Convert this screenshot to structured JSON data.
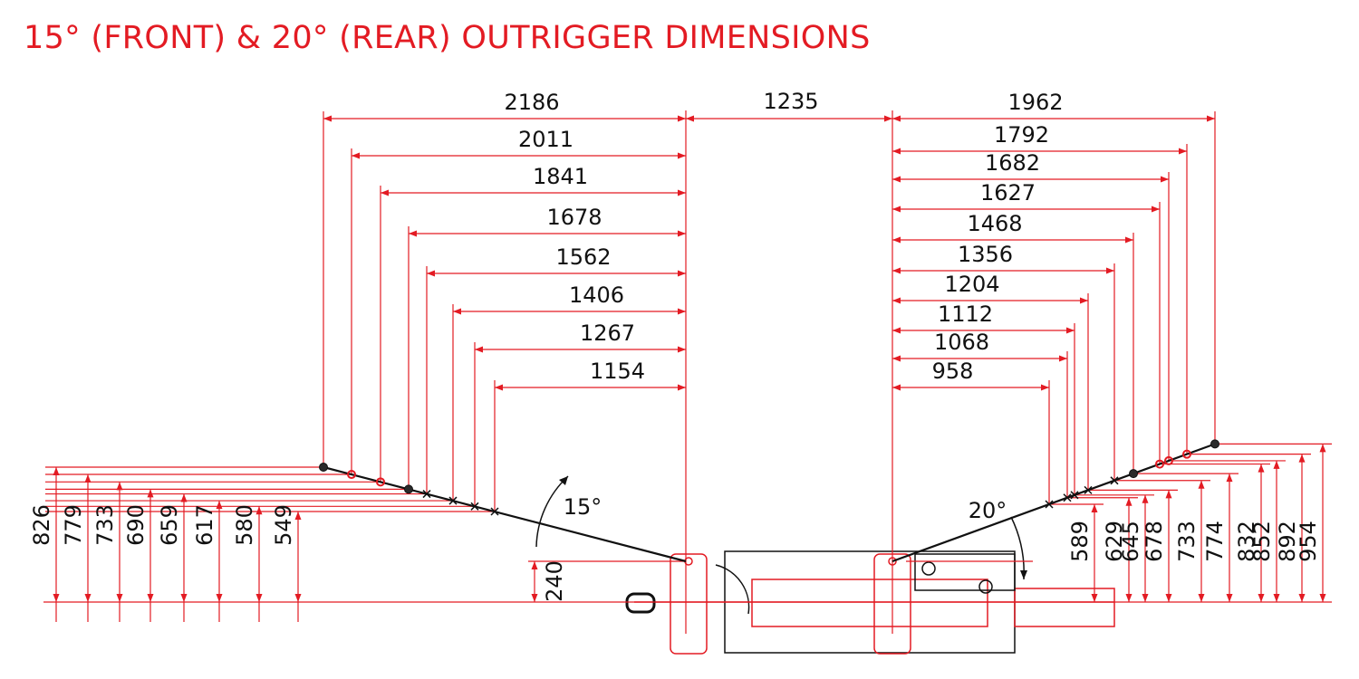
{
  "title": "15° (FRONT) & 20° (REAR) OUTRIGGER DIMENSIONS",
  "colors": {
    "dimension": "#e31b23",
    "outline": "#111111",
    "title": "#e31b23"
  },
  "front": {
    "angle_label": "15°",
    "horizontal_dims": [
      "2186",
      "2011",
      "1841",
      "1678",
      "1562",
      "1406",
      "1267",
      "1154"
    ],
    "vertical_dims": [
      "826",
      "779",
      "733",
      "690",
      "659",
      "617",
      "580",
      "549"
    ],
    "height_label": "240"
  },
  "center": {
    "width_label": "1235"
  },
  "rear": {
    "angle_label": "20°",
    "horizontal_dims": [
      "1962",
      "1792",
      "1682",
      "1627",
      "1468",
      "1356",
      "1204",
      "1112",
      "1068",
      "958"
    ],
    "vertical_dims": [
      "589",
      "629",
      "645",
      "678",
      "733",
      "774",
      "832",
      "852",
      "892",
      "954"
    ]
  }
}
